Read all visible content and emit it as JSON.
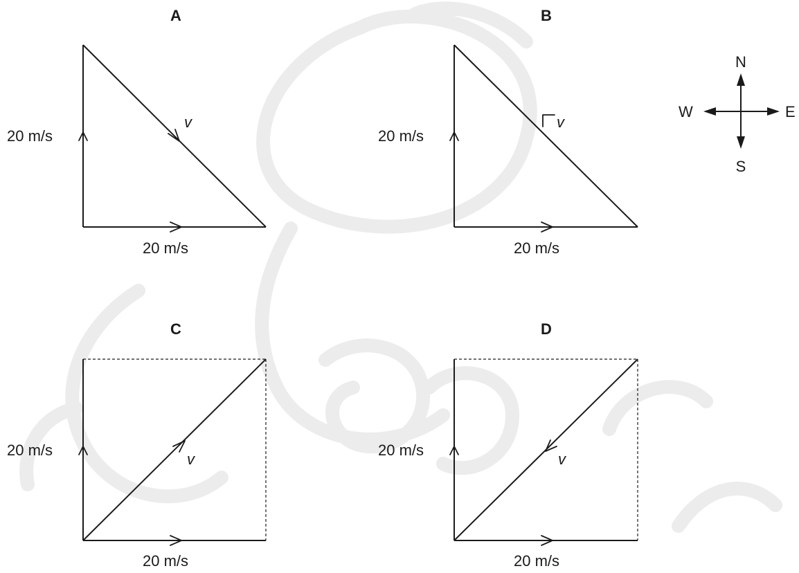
{
  "diagrams": [
    {
      "id": "A",
      "title": "A",
      "vertical_label": "20 m/s",
      "horizontal_label": "20 m/s",
      "resultant_label": "v",
      "resultant_direction": "down-right (from top-left to bottom-right along hypotenuse)",
      "shape": "triangle"
    },
    {
      "id": "B",
      "title": "B",
      "vertical_label": "20 m/s",
      "horizontal_label": "20 m/s",
      "resultant_label": "v",
      "resultant_direction": "up-left (from bottom-right to top-left along hypotenuse)",
      "shape": "triangle"
    },
    {
      "id": "C",
      "title": "C",
      "vertical_label": "20 m/s",
      "horizontal_label": "20 m/s",
      "resultant_label": "v",
      "resultant_direction": "up-right (from bottom-left to top-right along diagonal)",
      "shape": "square-with-dashed-sides"
    },
    {
      "id": "D",
      "title": "D",
      "vertical_label": "20 m/s",
      "horizontal_label": "20 m/s",
      "resultant_label": "v",
      "resultant_direction": "down-left (from top-right to bottom-left along diagonal)",
      "shape": "square-with-dashed-sides"
    }
  ],
  "compass": {
    "north": "N",
    "south": "S",
    "east": "E",
    "west": "W"
  },
  "colors": {
    "ink": "#1a1a1a",
    "background": "#ffffff",
    "watermark": "#ececec"
  }
}
